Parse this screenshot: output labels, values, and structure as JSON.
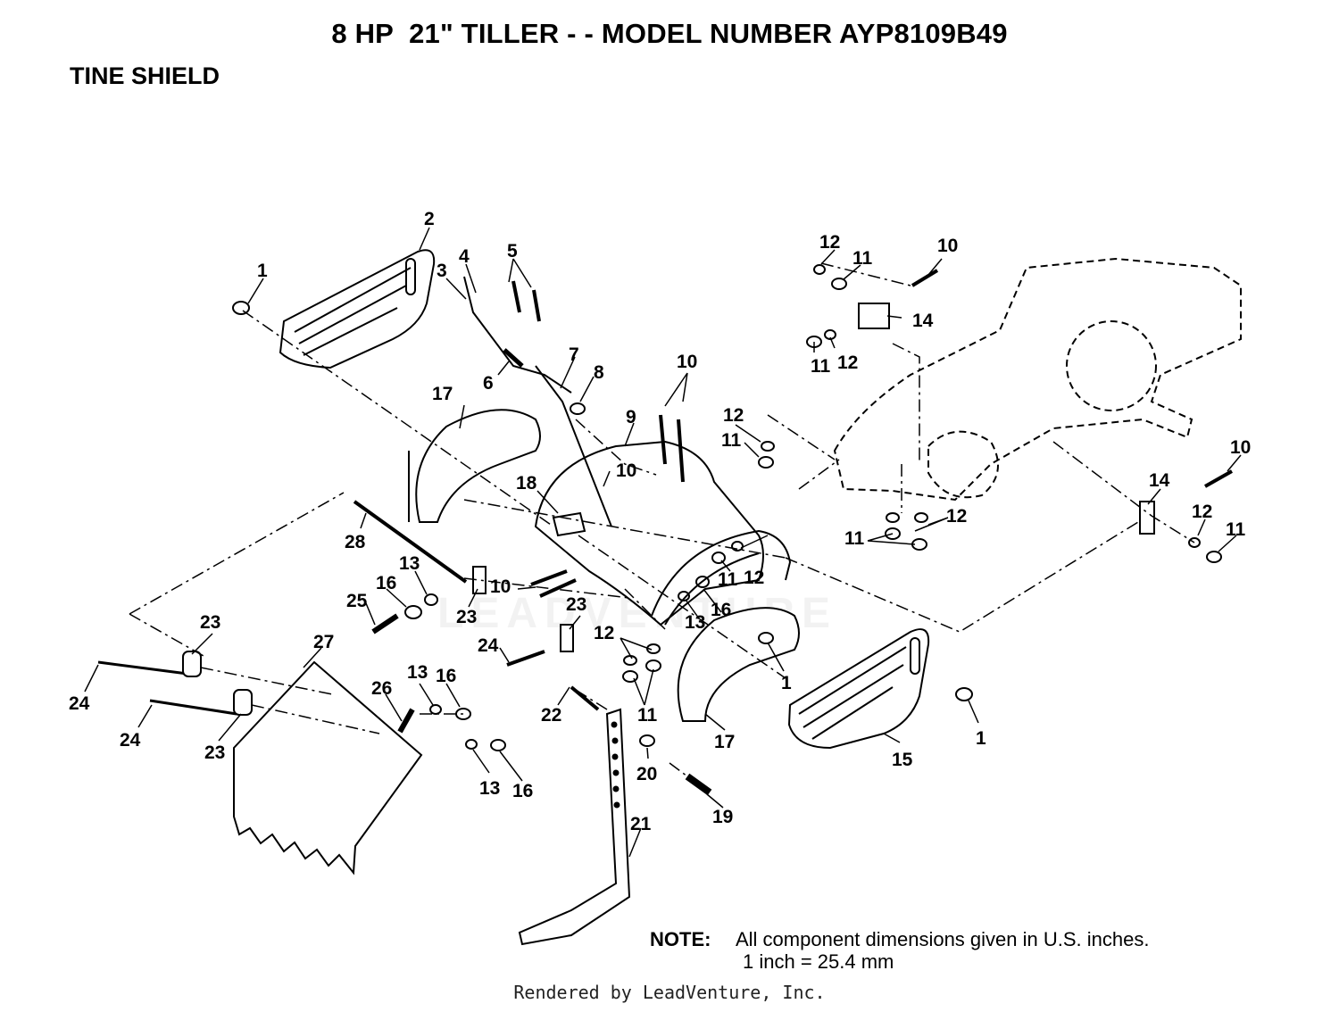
{
  "title": "8 HP  21\" TILLER - - MODEL NUMBER AYP8109B49",
  "section": "TINE SHIELD",
  "note": {
    "label": "NOTE:",
    "line1": "All component dimensions given in U.S. inches.",
    "line2": "1 inch = 25.4 mm"
  },
  "footer": "Rendered by LeadVenture, Inc.",
  "watermark": "LEADVENTURE",
  "callouts": {
    "c1a": "1",
    "c2": "2",
    "c3": "3",
    "c4": "4",
    "c5": "5",
    "c6": "6",
    "c7": "7",
    "c8": "8",
    "c9": "9",
    "c10a": "10",
    "c10b": "10",
    "c10c": "10",
    "c10d": "10",
    "c10e": "10",
    "c11a": "11",
    "c11b": "11",
    "c11c": "11",
    "c11d": "11",
    "c11e": "11",
    "c11f": "11",
    "c11g": "11",
    "c12a": "12",
    "c12b": "12",
    "c12c": "12",
    "c12d": "12",
    "c12e": "12",
    "c12f": "12",
    "c12g": "12",
    "c13a": "13",
    "c13b": "13",
    "c13c": "13",
    "c13d": "13",
    "c14a": "14",
    "c14b": "14",
    "c15": "15",
    "c16a": "16",
    "c16b": "16",
    "c16c": "16",
    "c16d": "16",
    "c17a": "17",
    "c17b": "17",
    "c18": "18",
    "c19": "19",
    "c20": "20",
    "c21": "21",
    "c22": "22",
    "c23a": "23",
    "c23b": "23",
    "c23c": "23",
    "c23d": "23",
    "c24a": "24",
    "c24b": "24",
    "c24c": "24",
    "c25": "25",
    "c26": "26",
    "c27": "27",
    "c28": "28",
    "c1b": "1",
    "c1c": "1"
  }
}
